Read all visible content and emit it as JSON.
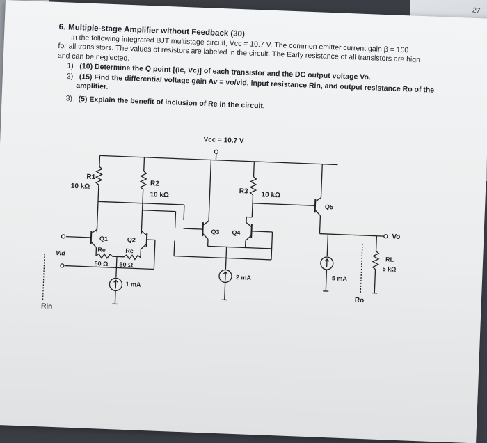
{
  "page_number": "27",
  "problem": {
    "number": "6.",
    "title": "Multiple-stage Amplifier without Feedback (30)",
    "intro_1": "In the following integrated BJT multistage circuit, Vcc = 10.7 V. The common emitter current gain β = 100",
    "intro_2": "for all transistors. The values of resistors are labeled in the circuit. The Early resistance of all transistors are high",
    "intro_3": "and can be neglected.",
    "questions": [
      {
        "num": "1)",
        "points": "(10)",
        "text": "Determine the Q point [(Ic, Vc)] of each transistor and the DC output voltage Vo."
      },
      {
        "num": "2)",
        "points": "(15)",
        "text": "Find the differential voltage gain Av = vo/vid, input resistance Rin, and output resistance Ro of the amplifier."
      },
      {
        "num": "3)",
        "points": "(5)",
        "text": "Explain the benefit of inclusion of Re in the circuit."
      }
    ]
  },
  "circuit": {
    "vcc_label": "Vcc = 10.7 V",
    "r1_label": "R1",
    "r1_value": "10 kΩ",
    "r2_label": "R2",
    "r2_value": "10 kΩ",
    "r3_label": "R3",
    "r3_value": "10 kΩ",
    "q1": "Q1",
    "q2": "Q2",
    "q3": "Q3",
    "q4": "Q4",
    "q5": "Q5",
    "re1_label": "Re",
    "re2_label": "Re",
    "re1_value": "50 Ω",
    "re2_value": "50 Ω",
    "i1": "1 mA",
    "i2": "2 mA",
    "i3": "5 mA",
    "vid": "Vid",
    "rin": "Rin",
    "ro": "Ro",
    "vo": "Vo",
    "rl_label": "RL",
    "rl_value": "5 kΩ"
  }
}
